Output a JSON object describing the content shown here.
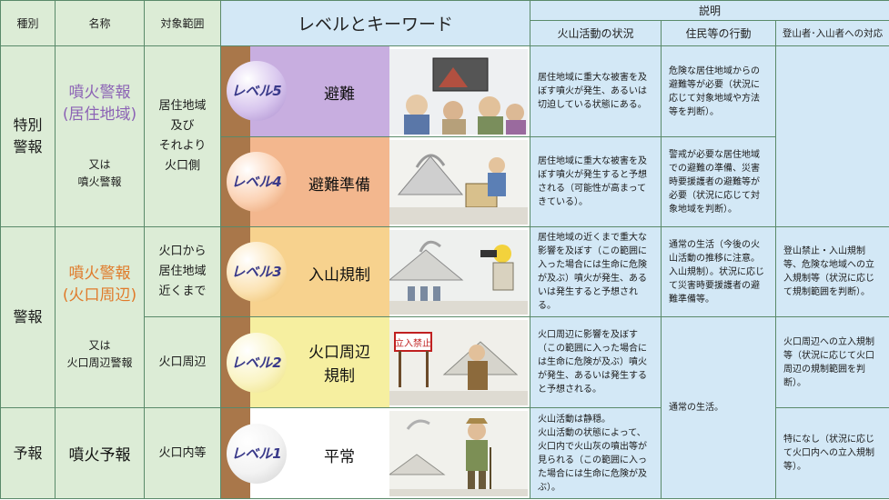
{
  "header": {
    "col_type": "種別",
    "col_name": "名称",
    "col_scope": "対象範囲",
    "col_level": "レベルとキーワード",
    "col_explain": "説明",
    "sub_volcano": "火山活動の状況",
    "sub_residents": "住民等の行動",
    "sub_climbers": "登山者･入山者への対応"
  },
  "categories": {
    "special": "特別\n警報",
    "warning": "警報",
    "forecast": "予報"
  },
  "names": {
    "special_main": "噴火警報\n(居住地域)",
    "special_alt": "又は\n噴火警報",
    "warning_main": "噴火警報\n(火口周辺)",
    "warning_alt": "又は\n火口周辺警報",
    "forecast_main": "噴火予報"
  },
  "scopes": {
    "special": "居住地域\n及び\nそれより\n火口側",
    "l3": "火口から\n居住地域\n近くまで",
    "l2": "火口周辺",
    "l1": "火口内等"
  },
  "levels": [
    {
      "badge": "レベル5",
      "keyword": "避難",
      "color": "#c8aee0"
    },
    {
      "badge": "レベル4",
      "keyword": "避難準備",
      "color": "#f3b78e"
    },
    {
      "badge": "レベル3",
      "keyword": "入山規制",
      "color": "#f7d28e"
    },
    {
      "badge": "レベル2",
      "keyword": "火口周辺\n規制",
      "color": "#f6efa0"
    },
    {
      "badge": "レベル1",
      "keyword": "平常",
      "color": "#ffffff"
    }
  ],
  "volcano": {
    "l5": "居住地域に重大な被害を及ぼす噴火が発生、あるいは切迫している状態にある。",
    "l4": "居住地域に重大な被害を及ぼす噴火が発生すると予想される（可能性が高まってきている）。",
    "l3": "居住地域の近くまで重大な影響を及ぼす（この範囲に入った場合には生命に危険が及ぶ）噴火が発生、あるいは発生すると予想される。",
    "l2": "火口周辺に影響を及ぼす（この範囲に入った場合には生命に危険が及ぶ）噴火が発生、あるいは発生すると予想される。",
    "l1": "火山活動は静穏。\n火山活動の状態によって、火口内で火山灰の噴出等が見られる（この範囲に入った場合には生命に危険が及ぶ）。"
  },
  "residents": {
    "l5": "危険な居住地域からの避難等が必要（状況に応じて対象地域や方法等を判断）。",
    "l4": "警戒が必要な居住地域での避難の準備、災害時要援護者の避難等が必要（状況に応じて対象地域を判断）。",
    "l3": "通常の生活（今後の火山活動の推移に注意。入山規制）。状況に応じて災害時要援護者の避難準備等。",
    "l12": "通常の生活。"
  },
  "climbers": {
    "l3": "登山禁止・入山規制等、危険な地域への立入規制等（状況に応じて規制範囲を判断）。",
    "l2": "火口周辺への立入規制等（状況に応じて火口周辺の規制範囲を判断）。",
    "l1": "特になし（状況に応じて火口内への立入規制等）。"
  },
  "sign_text": "立入禁止"
}
